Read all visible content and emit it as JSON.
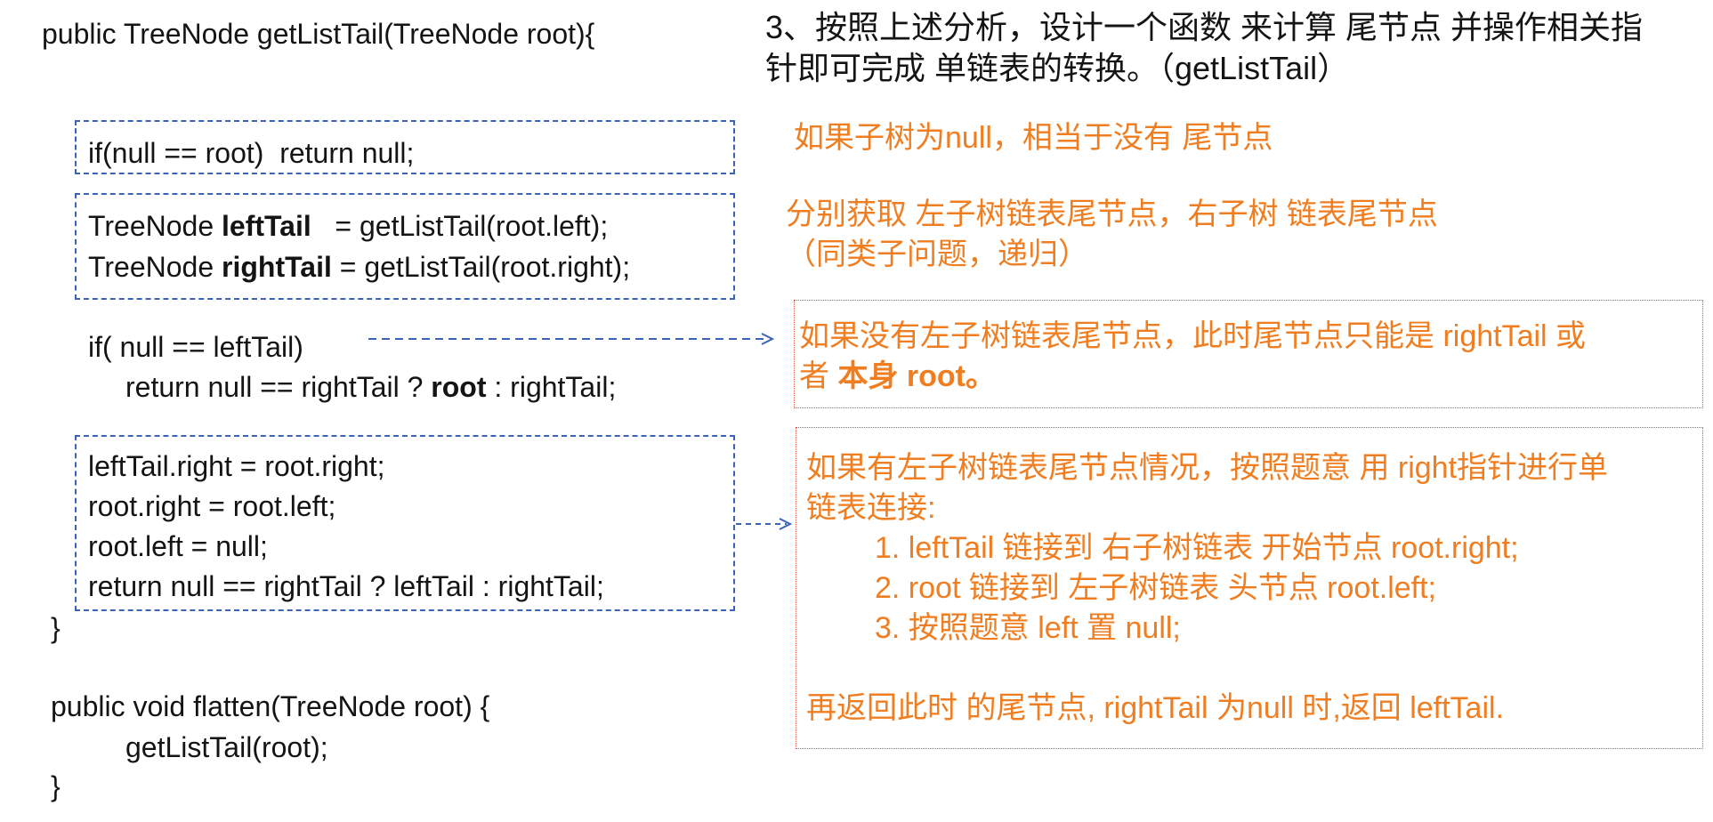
{
  "title": {
    "line1": "3、按照上述分析，设计一个函数 来计算 尾节点 并操作相关指",
    "line2": "针即可完成 单链表的转换。（getListTail）"
  },
  "code": {
    "signature": "public TreeNode getListTail(TreeNode root){",
    "null_check": "if(null == root)  return null;",
    "left_decl_prefix": "TreeNode ",
    "left_decl_var": "leftTail",
    "left_decl_suffix": "   = getListTail(root.left);",
    "right_decl_prefix": "TreeNode ",
    "right_decl_var": "rightTail",
    "right_decl_suffix": " = getListTail(root.right);",
    "if_left_null": "if( null == leftTail)",
    "return_line_prefix": "return null == rightTail ? ",
    "return_line_bold": "root",
    "return_line_suffix": " : rightTail;",
    "link1": "leftTail.right = root.right;",
    "link2": "root.right = root.left;",
    "link3": "root.left = null;",
    "link4": "return null == rightTail ? leftTail : rightTail;",
    "close1": "}",
    "flatten_sig": "public void flatten(TreeNode root) {",
    "flatten_call": "getListTail(root);",
    "close2": "}"
  },
  "notes": {
    "n1": "如果子树为null，相当于没有 尾节点",
    "n2_line1": "分别获取 左子树链表尾节点，右子树 链表尾节点",
    "n2_line2": "（同类子问题，递归）",
    "n3_line1": "如果没有左子树链表尾节点，此时尾节点只能是 rightTail 或",
    "n3_line2_prefix": "者 ",
    "n3_line2_bold": "本身 root。",
    "n4_line1": "如果有左子树链表尾节点情况，按照题意 用 right指针进行单",
    "n4_line2": "链表连接:",
    "n4_item1": "1. leftTail 链接到 右子树链表 开始节点 root.right;",
    "n4_item2": "2. root 链接到 左子树链表 头节点 root.left;",
    "n4_item3": "3. 按照题意 left 置 null;",
    "n4_final": "再返回此时 的尾节点, rightTail 为null 时,返回 leftTail."
  },
  "colors": {
    "note_orange": "#f07d20",
    "code_text": "#141414",
    "blue_dash": "#3a63b8",
    "red_dot": "#e0523a"
  }
}
